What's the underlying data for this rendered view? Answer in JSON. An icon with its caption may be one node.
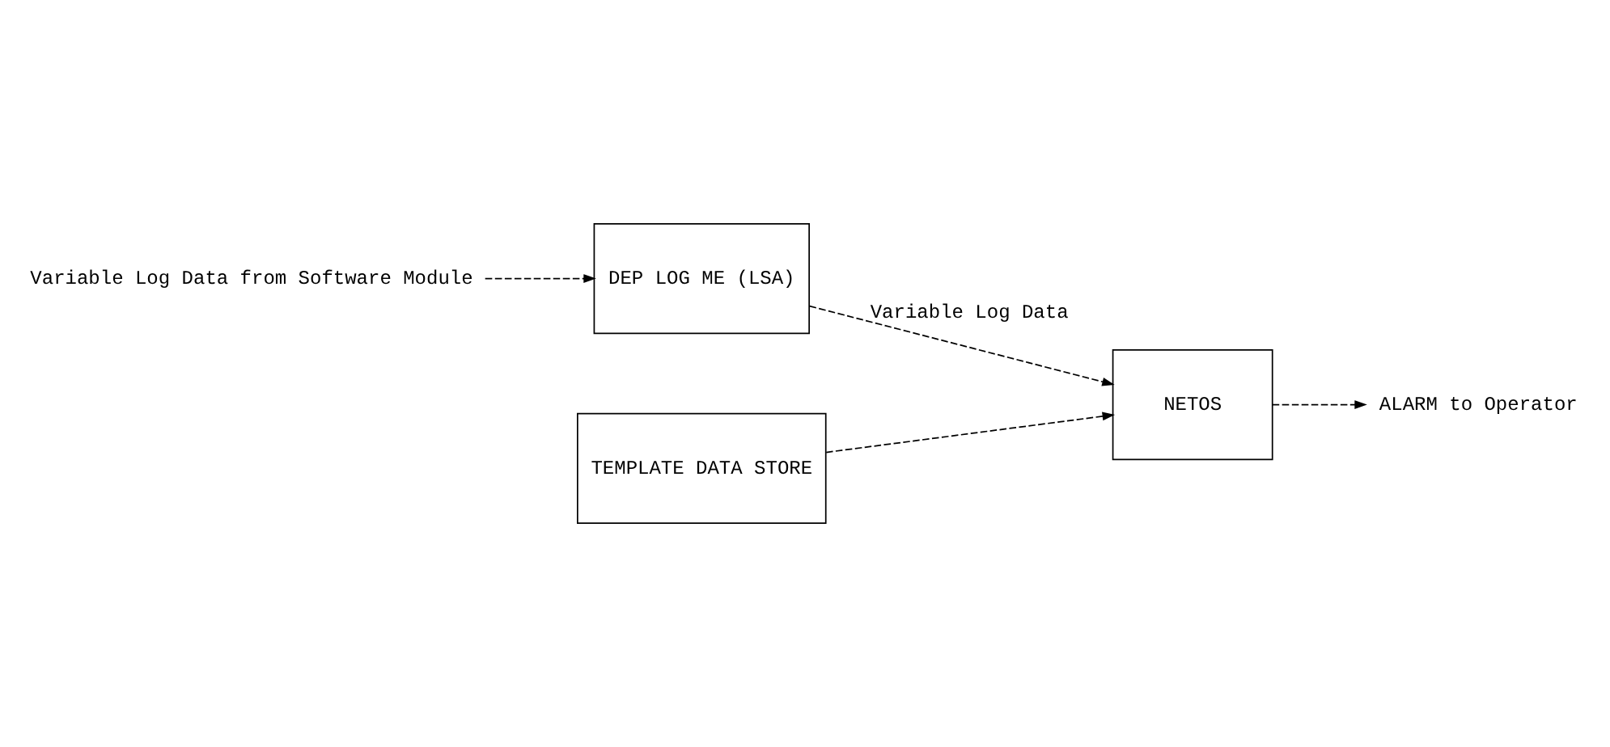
{
  "diagram": {
    "nodes": [
      {
        "text": [
          "Variable Log Data from Software Module"
        ]
      },
      {
        "text": [
          "DEP LOG ME (LSA)"
        ]
      },
      {
        "text": [
          "NETOS"
        ]
      },
      {
        "text": [
          "ALARM to Operator"
        ]
      },
      {
        "text": [
          "TEMPLATE DATA STORE"
        ]
      }
    ],
    "edges": [
      {
        "from": 0,
        "to": 1,
        "arrow": "to",
        "style": "dashed"
      },
      {
        "from": 1,
        "to": 2,
        "arrow": "to",
        "style": "dashed",
        "label": "Variable Log Data"
      },
      {
        "from": 2,
        "to": 3,
        "arrow": "to",
        "style": "dashed"
      },
      {
        "from": 4,
        "to": 2,
        "arrow": "to",
        "style": "dashed"
      }
    ]
  }
}
